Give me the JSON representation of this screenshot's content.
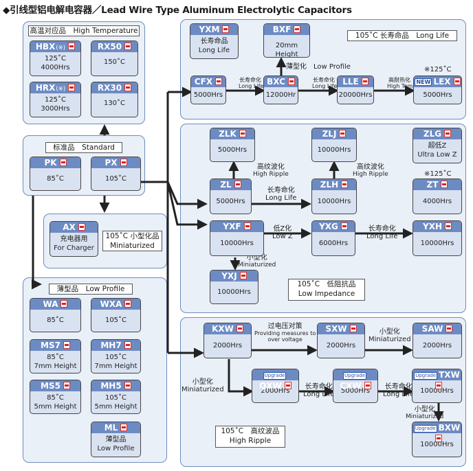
{
  "title": "◆引线型铝电解电容器／Lead Wire Type Aluminum Electrolytic Capacitors",
  "groups": {
    "high_temp": "高温对应品　High Temperature",
    "standard": "标准品　Standard",
    "low_profile": "薄型品　Low Profile",
    "long_life": "105˚C  长寿命品　Long Life",
    "low_imp_l1": "105˚C　低阻抗品",
    "low_imp_l2": "Low Impedance",
    "high_ripple_l1": "105˚C　高纹波品",
    "high_ripple_l2": "High Ripple",
    "ax_note_l1": "105˚C 小型化品",
    "ax_note_l2": "Miniaturized"
  },
  "badges": {
    "upgrade": "Upgrade",
    "new": "NEW",
    "mark": "(※)"
  },
  "caps": {
    "hbx": {
      "name": "HBX",
      "l1": "125˚C",
      "l2": "4000Hrs"
    },
    "rx50": {
      "name": "RX50",
      "l1": "150˚C",
      "l2": ""
    },
    "hrx": {
      "name": "HRX",
      "l1": "125˚C",
      "l2": "3000Hrs"
    },
    "rx30": {
      "name": "RX30",
      "l1": "130˚C",
      "l2": ""
    },
    "pk": {
      "name": "PK",
      "l1": "85˚C",
      "l2": ""
    },
    "px": {
      "name": "PX",
      "l1": "105˚C",
      "l2": ""
    },
    "ax": {
      "name": "AX",
      "l1": "充电器用",
      "l2": "For Charger"
    },
    "wa": {
      "name": "WA",
      "l1": "85˚C",
      "l2": ""
    },
    "wxa": {
      "name": "WXA",
      "l1": "105˚C",
      "l2": ""
    },
    "ms7": {
      "name": "MS7",
      "l1": "85˚C",
      "l2": "7mm Height"
    },
    "mh7": {
      "name": "MH7",
      "l1": "105˚C",
      "l2": "7mm Height"
    },
    "ms5": {
      "name": "MS5",
      "l1": "85˚C",
      "l2": "5mm Height"
    },
    "mh5": {
      "name": "MH5",
      "l1": "105˚C",
      "l2": "5mm Height"
    },
    "ml": {
      "name": "ML",
      "l1": "薄型品",
      "l2": "Low Profile"
    },
    "yxm": {
      "name": "YXM",
      "l1": "长寿命品",
      "l2": "Long Life"
    },
    "bxf": {
      "name": "BXF",
      "l1": "20mm Height",
      "l2": ""
    },
    "cfx": {
      "name": "CFX",
      "l1": "5000Hrs",
      "l2": ""
    },
    "bxc": {
      "name": "BXC",
      "l1": "12000Hr",
      "l2": ""
    },
    "lle": {
      "name": "LLE",
      "l1": "20000Hrs",
      "l2": ""
    },
    "lex": {
      "name": "LEX",
      "l1": "5000Hrs",
      "l2": ""
    },
    "zlk": {
      "name": "ZLK",
      "l1": "5000Hrs",
      "l2": ""
    },
    "zlj": {
      "name": "ZLJ",
      "l1": "10000Hrs",
      "l2": ""
    },
    "zlg": {
      "name": "ZLG",
      "l1": "超低Z",
      "l2": "Ultra Low Z"
    },
    "zl": {
      "name": "ZL",
      "l1": "5000Hrs",
      "l2": ""
    },
    "zlh": {
      "name": "ZLH",
      "l1": "10000Hrs",
      "l2": ""
    },
    "zt": {
      "name": "ZT",
      "l1": "4000Hrs",
      "l2": ""
    },
    "yxf": {
      "name": "YXF",
      "l1": "10000Hrs",
      "l2": ""
    },
    "yxg": {
      "name": "YXG",
      "l1": "6000Hrs",
      "l2": ""
    },
    "yxh": {
      "name": "YXH",
      "l1": "10000Hrs",
      "l2": ""
    },
    "yxj": {
      "name": "YXJ",
      "l1": "10000Hrs",
      "l2": ""
    },
    "kxw": {
      "name": "KXW",
      "l1": "2000Hrs",
      "l2": ""
    },
    "sxw": {
      "name": "SXW",
      "l1": "2000Hrs",
      "l2": ""
    },
    "saw": {
      "name": "SAW",
      "l1": "2000Hrs",
      "l2": ""
    },
    "qxw": {
      "name": "QXW",
      "l1": "2000Hrs",
      "l2": ""
    },
    "cxw": {
      "name": "CXW",
      "l1": "5000Hrs",
      "l2": ""
    },
    "txw": {
      "name": "TXW",
      "l1": "10000Hrs",
      "l2": ""
    },
    "bxw": {
      "name": "BXW",
      "l1": "10000Hrs",
      "l2": ""
    }
  },
  "annotations": {
    "thin": "薄型化　Low Profile",
    "ll_cn": "长寿命化",
    "ll_en": "Long Life",
    "ht_cn": "高耐热化",
    "ht_en": "High Temp",
    "c125": "※125˚C",
    "hr_cn": "高纹波化",
    "hr_en": "High Ripple",
    "lowz_cn": "低Z化",
    "lowz_en": "Low Z",
    "mini_cn": "小型化",
    "mini_en": "Miniaturized",
    "ov_cn": "过电压对策",
    "ov_en1": "Providing measures to",
    "ov_en2": "over voltage"
  }
}
